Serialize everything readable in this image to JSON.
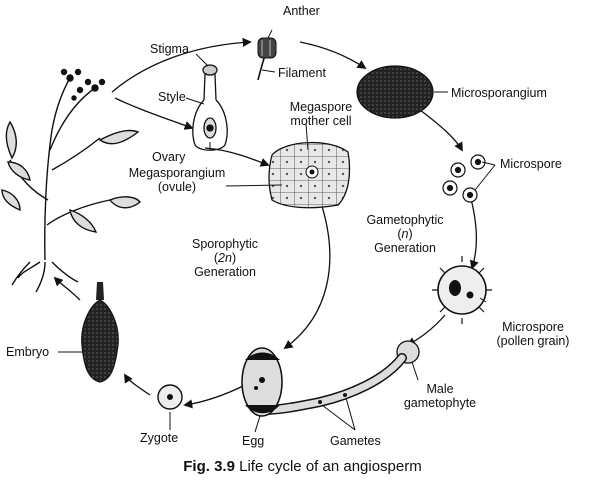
{
  "labels": {
    "anther": "Anther",
    "stigma": "Stigma",
    "filament": "Filament",
    "style": "Style",
    "microsporangium": "Microsporangium",
    "megaspore_mother_cell_1": "Megaspore",
    "megaspore_mother_cell_2": "mother cell",
    "ovary": "Ovary",
    "megasporangium_1": "Megasporangium",
    "megasporangium_2": "(ovule)",
    "microspore": "Microspore",
    "gametophytic_1": "Gametophytic",
    "gametophytic_n": "n",
    "gametophytic_3": "Generation",
    "sporophytic_1": "Sporophytic",
    "sporophytic_n": "2n",
    "sporophytic_3": "Generation",
    "microspore_pollen_1": "Microspore",
    "microspore_pollen_2": "(pollen grain)",
    "embryo": "Embryo",
    "male_gametophyte_1": "Male",
    "male_gametophyte_2": "gametophyte",
    "zygote": "Zygote",
    "egg": "Egg",
    "gametes": "Gametes"
  },
  "caption": {
    "prefix": "Fig. 3.9",
    "text": "Life cycle of an angiosperm"
  }
}
